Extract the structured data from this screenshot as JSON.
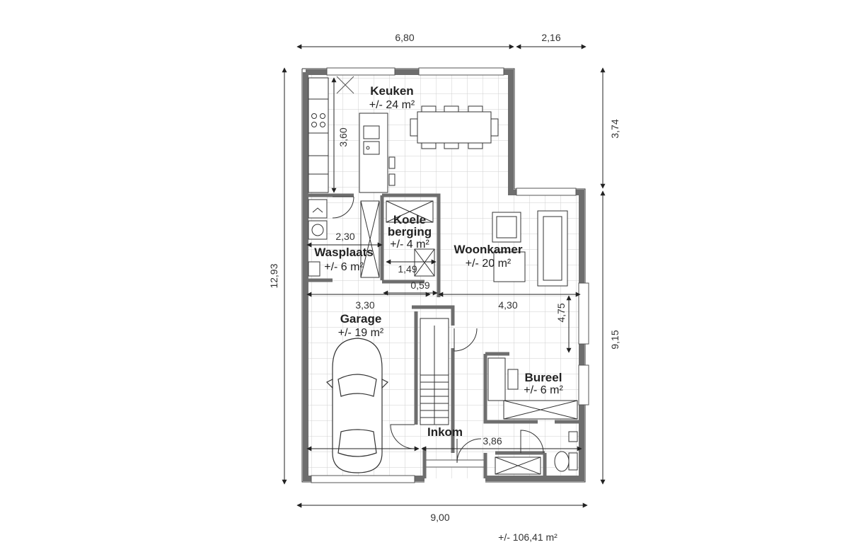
{
  "plan": {
    "total_area": "+/- 106,41 m²",
    "rooms": [
      {
        "name": "Keuken",
        "area": "+/- 24 m²"
      },
      {
        "name": "Koele",
        "name2": "berging",
        "area": "+/- 4 m²"
      },
      {
        "name": "Woonkamer",
        "area": "+/- 20 m²"
      },
      {
        "name": "Wasplaats",
        "area": "+/- 6 m²"
      },
      {
        "name": "Garage",
        "area": "+/- 19 m²"
      },
      {
        "name": "Bureel",
        "area": "+/- 6 m²"
      },
      {
        "name": "Inkom",
        "area": ""
      }
    ],
    "dimensions": {
      "top_left": "6,80",
      "top_right": "2,16",
      "right_upper": "3,74",
      "right_lower": "9,15",
      "left_total": "12,93",
      "bottom_total": "9,00",
      "keuken_depth": "3,60",
      "wasplaats_width": "2,30",
      "berging_width": "1,49",
      "gap": "0,59",
      "garage_width": "3,30",
      "woonkamer_width": "4,30",
      "woonkamer_depth": "4,75",
      "inkom_width": "3,86"
    }
  }
}
